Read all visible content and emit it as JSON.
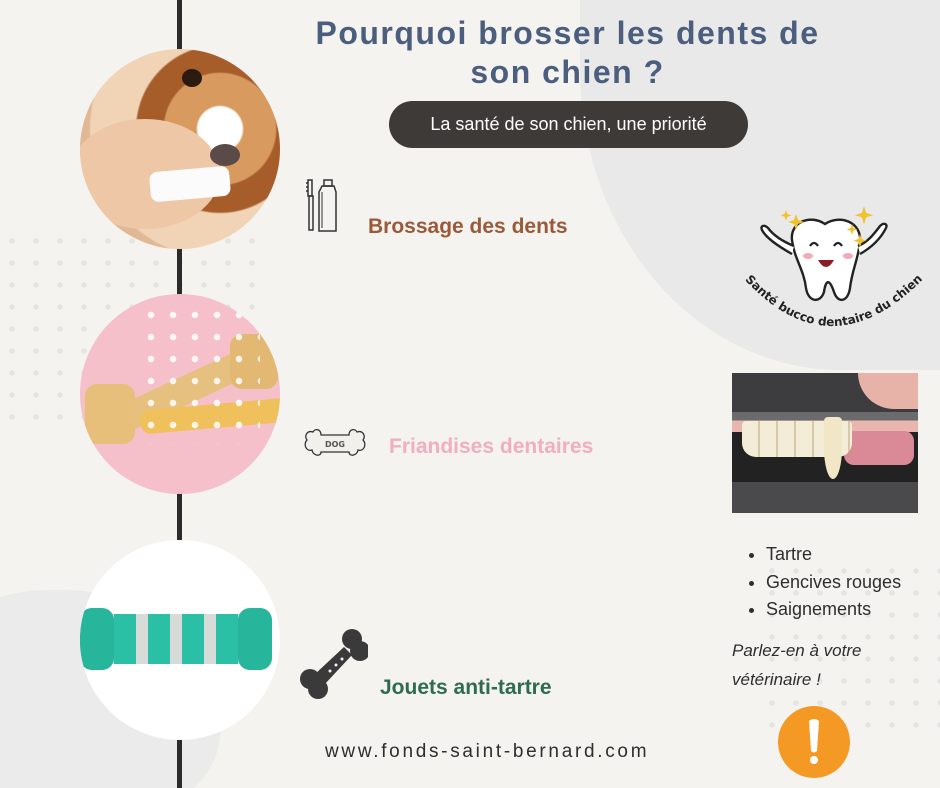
{
  "header": {
    "title": "Pourquoi brosser les dents de son chien ?",
    "title_line1": "Pourquoi brosser les dents de",
    "title_line2": "son chien ?",
    "subtitle": "La santé de son chien, une priorité"
  },
  "timeline": {
    "items": [
      {
        "label": "Brossage des dents",
        "icon": "toothbrush-toothpaste-icon",
        "image": "dog-finger-brush-photo",
        "color": "#9a5a39"
      },
      {
        "label": "Friandises dentaires",
        "icon": "dog-bone-biscuit-icon",
        "image": "dental-chew-bones-photo",
        "color": "#f1aec1"
      },
      {
        "label": "Jouets anti-tartre",
        "icon": "spiky-bone-toy-icon",
        "image": "teal-dental-toy-photo",
        "color": "#2f6b4e"
      }
    ]
  },
  "sidebar": {
    "badge_text": "Santé bucco dentaire du chien",
    "symptoms": [
      "Tartre",
      "Gencives rouges",
      "Saignements"
    ],
    "note_line1": "Parlez-en à votre",
    "note_line2": "vétérinaire !",
    "alert_icon": "exclamation-icon"
  },
  "footer": {
    "url": "www.fonds-saint-bernard.com"
  },
  "colors": {
    "background": "#f4f3f0",
    "title": "#4b5e7e",
    "pill": "#3e3a37",
    "alert": "#f49a24",
    "timeline": "#2b2b2b"
  }
}
